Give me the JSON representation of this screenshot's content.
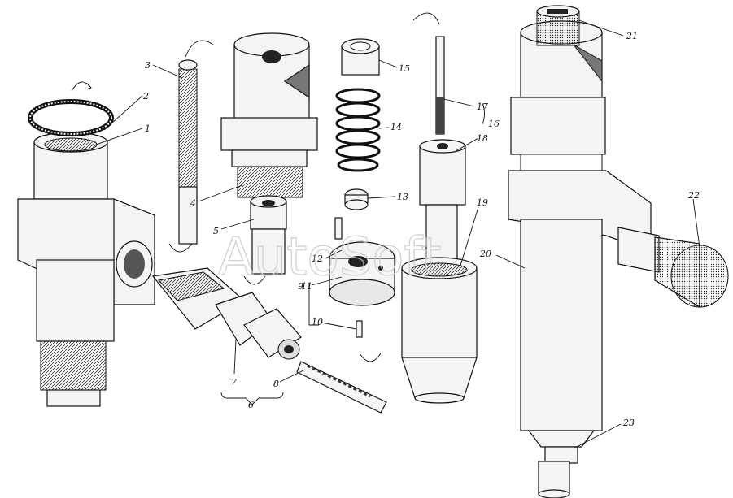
{
  "watermark": "AutoSoft",
  "callouts": {
    "n1": "1",
    "n2": "2",
    "n3": "3",
    "n4": "4",
    "n5": "5",
    "n6": "6",
    "n7": "7",
    "n8": "8",
    "n9": "9",
    "n10": "10",
    "n11": "11",
    "n12": "12",
    "n13": "13",
    "n14": "14",
    "n15": "15",
    "n16": "16",
    "n17": "17",
    "n18": "18",
    "n19": "19",
    "n20": "20",
    "n21": "21",
    "n22": "22",
    "n23": "23"
  }
}
